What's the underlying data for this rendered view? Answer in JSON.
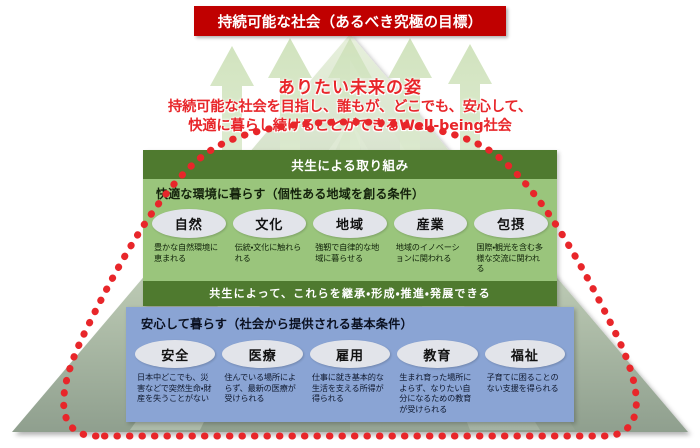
{
  "banner": {
    "title": "持続可能な社会（あるべき究極の目標）",
    "color": "#c00000"
  },
  "vision": {
    "title": "ありたい未来の姿",
    "line1": "持続可能な社会を目指し、誰もが、どこでも、安心して、",
    "line2": "快適に暮らし続けることができるWell-being社会",
    "color": "#e8262a"
  },
  "green_section": {
    "header": "共生による取り組み",
    "sub_header": "快適な環境に暮らす（個性ある地域を創る条件）",
    "footer": "共生によって、これらを継承・形成・推進・発展できる",
    "header_color": "#4f7a2f",
    "body_color": "#9ac57c",
    "items": [
      {
        "label": "自然",
        "desc": "豊かな自然環境に恵まれる"
      },
      {
        "label": "文化",
        "desc": "伝統・文化に触れられる"
      },
      {
        "label": "地域",
        "desc": "強靭で自律的な地域に暮らせる"
      },
      {
        "label": "産業",
        "desc": "地域のイノベーションに関われる"
      },
      {
        "label": "包摂",
        "desc": "国際・観光を含む多様な交流に関われる"
      }
    ]
  },
  "blue_section": {
    "header": "安心して暮らす（社会から提供される基本条件）",
    "body_color": "#8aa4d4",
    "items": [
      {
        "label": "安全",
        "desc": "日本中どこでも、災害などで突然生命・財産を失うことがない"
      },
      {
        "label": "医療",
        "desc": "住んでいる場所によらず、最新の医療が受けられる"
      },
      {
        "label": "雇用",
        "desc": "仕事に就き基本的な生活を支える所得が得られる"
      },
      {
        "label": "教育",
        "desc": "生まれ育った場所によらず、なりたい自分になるための教育が受けられる"
      },
      {
        "label": "福祉",
        "desc": "子育てに困ることのない支援を得られる"
      }
    ]
  },
  "decor": {
    "mountain_name": "mountain-triangle",
    "arrow_count": 4,
    "dotted_outline_color": "#e8262a",
    "mountain_top_color": "#dfeacf",
    "mountain_base_color": "#8d9e8d"
  }
}
